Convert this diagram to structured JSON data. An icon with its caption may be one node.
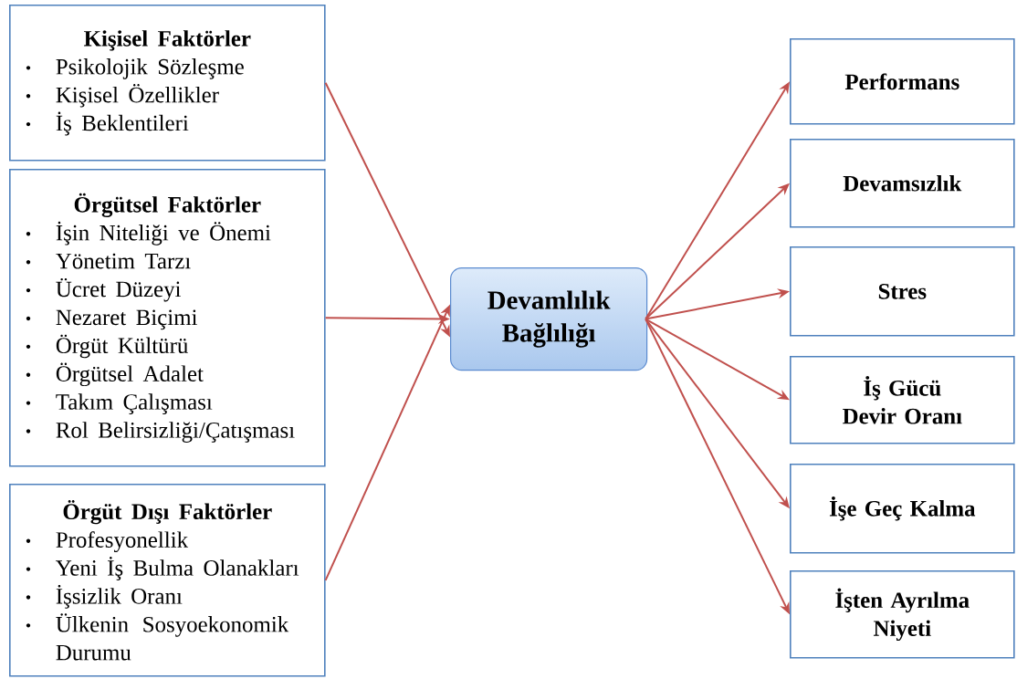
{
  "diagram": {
    "nodes": [
      {
        "text": [
          "Kişisel Faktörler",
          "Psikolojik Sözleşme",
          "Kişisel Özellikler",
          "İş Beklentileri"
        ]
      },
      {
        "text": [
          "Örgütsel Faktörler",
          "İşin Niteliği ve Önemi",
          "Yönetim Tarzı",
          "Ücret Düzeyi",
          "Nezaret Biçimi",
          "Örgüt Kültürü",
          "Örgütsel Adalet",
          "Takım Çalışması",
          "Rol Belirsizliği/Çatışması"
        ]
      },
      {
        "text": [
          "Örgüt Dışı Faktörler",
          "Profesyonellik",
          "Yeni İş Bulma Olanakları",
          "İşsizlik Oranı",
          "Ülkenin Sosyoekonomik Durumu"
        ]
      },
      {
        "text": [
          "Devamlılık Bağlılığı"
        ]
      },
      {
        "text": [
          "Performans"
        ]
      },
      {
        "text": [
          "Devamsızlık"
        ]
      },
      {
        "text": [
          "Stres"
        ]
      },
      {
        "text": [
          "İş Gücü Devir Oranı"
        ]
      },
      {
        "text": [
          "İşe Geç Kalma"
        ]
      },
      {
        "text": [
          "İşten Ayrılma Niyeti"
        ]
      }
    ],
    "edges": [
      {
        "from": 0,
        "to": 3,
        "arrow": "to"
      },
      {
        "from": 1,
        "to": 3,
        "arrow": "to"
      },
      {
        "from": 2,
        "to": 3,
        "arrow": "to"
      },
      {
        "from": 3,
        "to": 4,
        "arrow": "to"
      },
      {
        "from": 3,
        "to": 5,
        "arrow": "to"
      },
      {
        "from": 3,
        "to": 6,
        "arrow": "to"
      },
      {
        "from": 3,
        "to": 7,
        "arrow": "to"
      },
      {
        "from": 3,
        "to": 8,
        "arrow": "to"
      },
      {
        "from": 3,
        "to": 9,
        "arrow": "to"
      }
    ]
  }
}
